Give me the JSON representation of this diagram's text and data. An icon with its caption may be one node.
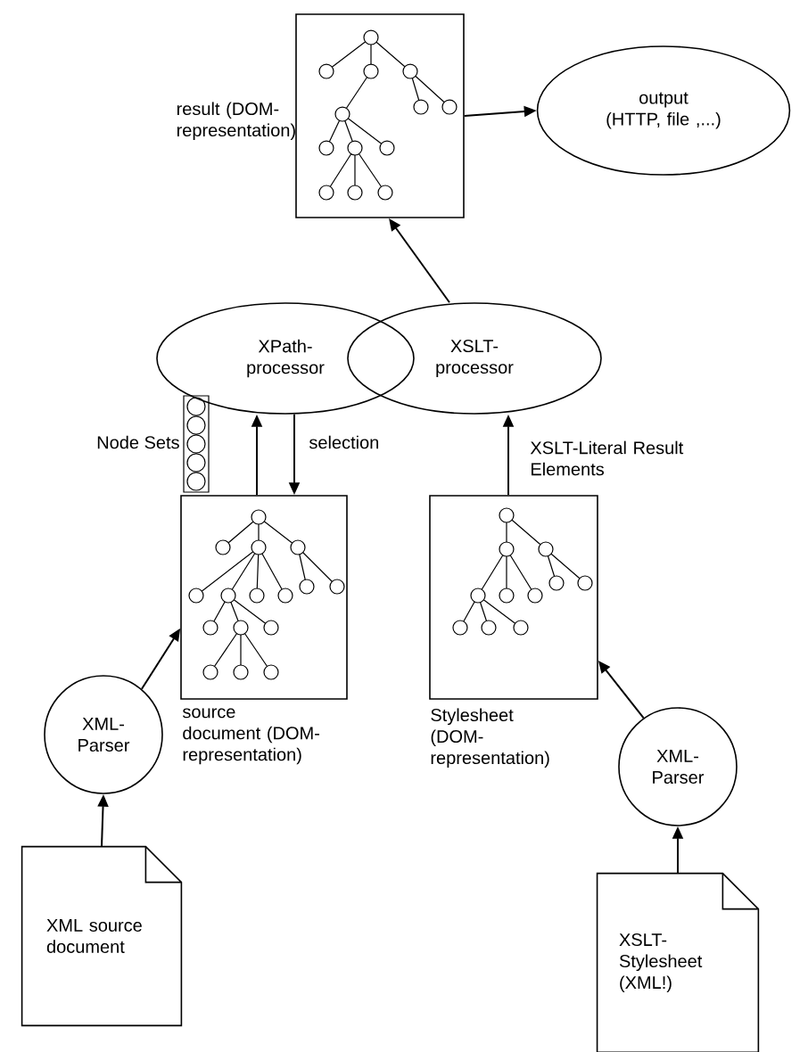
{
  "diagram": {
    "nodes": [
      {
        "text": [
          "result (DOM-representation)"
        ]
      },
      {
        "text": [
          "output",
          "(HTTP, file ,...)"
        ]
      },
      {
        "text": [
          "XPath-processor"
        ]
      },
      {
        "text": [
          "XSLT-processor"
        ]
      },
      {
        "text": [
          "source document (DOM-representation)"
        ]
      },
      {
        "text": [
          "Stylesheet (DOM-representation)"
        ]
      },
      {
        "text": [
          "XML-Parser"
        ]
      },
      {
        "text": [
          "XML-Parser"
        ]
      },
      {
        "text": [
          "XML source document"
        ]
      },
      {
        "text": [
          "XSLT-Stylesheet (XML!)"
        ]
      }
    ],
    "edges": [
      {
        "from": 0,
        "to": 1,
        "arrow": "to"
      },
      {
        "from": 3,
        "to": 0,
        "arrow": "to"
      },
      {
        "from": 4,
        "to": 2,
        "arrow": "to"
      },
      {
        "from": 2,
        "to": 4,
        "arrow": "to",
        "label": "selection"
      },
      {
        "from": 5,
        "to": 3,
        "arrow": "to",
        "label": "XSLT-Literal Result Elements"
      },
      {
        "from": 6,
        "to": 4,
        "arrow": "to"
      },
      {
        "from": 7,
        "to": 5,
        "arrow": "to"
      },
      {
        "from": 8,
        "to": 6,
        "arrow": "to"
      },
      {
        "from": 9,
        "to": 7,
        "arrow": "to"
      }
    ],
    "labels": [
      "Node Sets"
    ]
  }
}
